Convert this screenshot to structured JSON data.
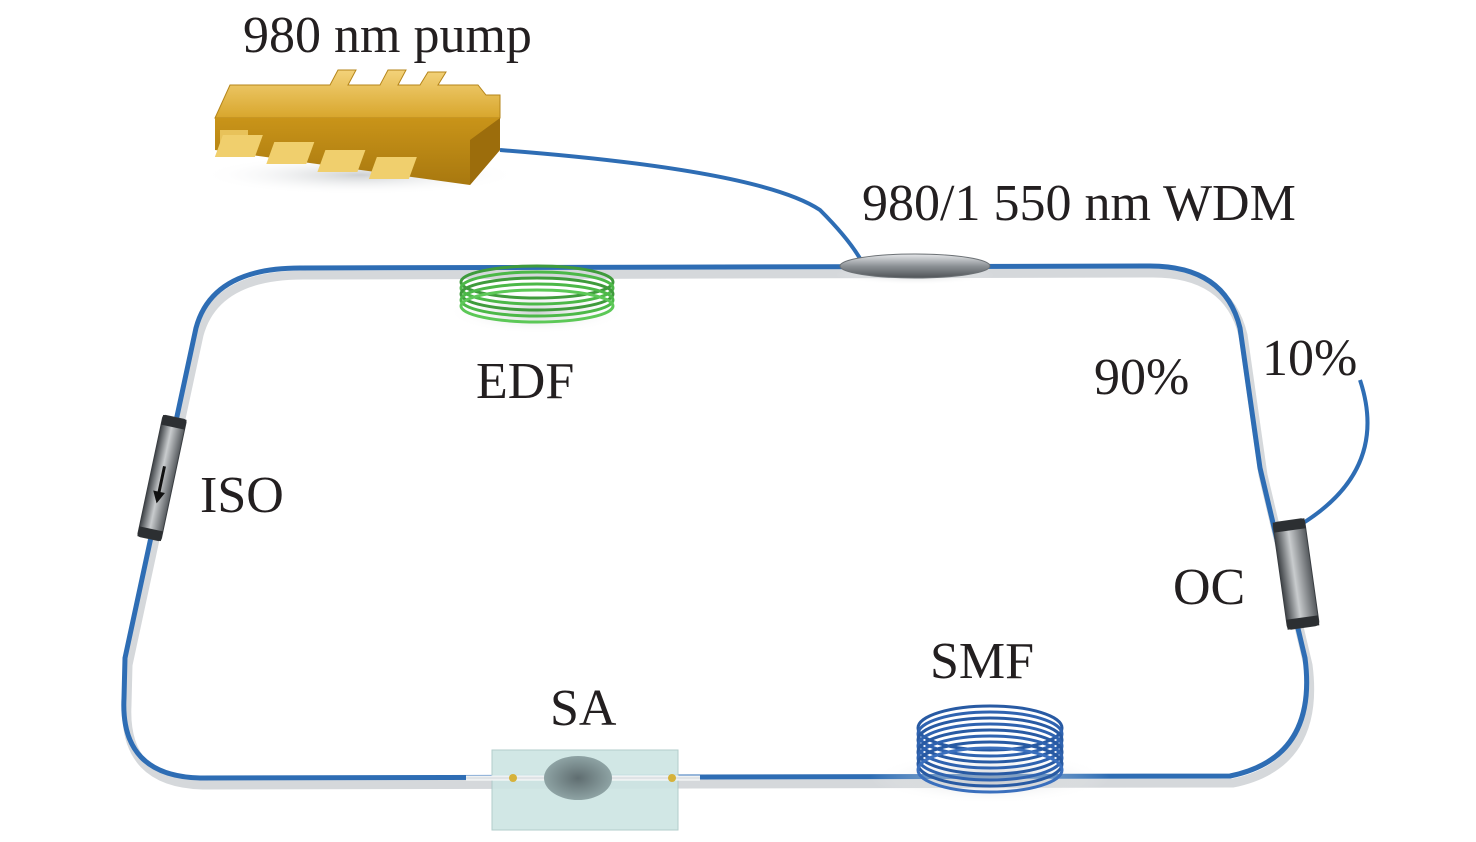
{
  "labels": {
    "pump": "980 nm pump",
    "wdm": "980/1 550 nm WDM",
    "edf": "EDF",
    "ratio_90": "90%",
    "ratio_10": "10%",
    "iso": "ISO",
    "oc": "OC",
    "smf": "SMF",
    "sa": "SA"
  },
  "colors": {
    "fiber": "#2e6db4",
    "pump_body": "#d4a020",
    "edf_coil": "#4cb848",
    "smf_coil": "#2f63b0",
    "coupler_gray": "#8a8f94",
    "sa_slide": "#cde5e3"
  },
  "components": [
    "980 nm pump",
    "980/1 550 nm WDM",
    "EDF",
    "ISO",
    "SA",
    "SMF",
    "OC"
  ]
}
